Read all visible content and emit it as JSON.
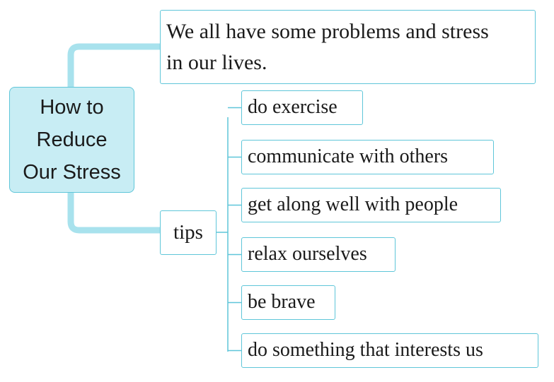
{
  "root": {
    "lines": [
      "How to",
      "Reduce",
      "Our Stress"
    ]
  },
  "intro": {
    "lines": [
      "We all have some problems and stress",
      "in our lives."
    ]
  },
  "tips": {
    "label": "tips"
  },
  "items": [
    "do exercise",
    "communicate with others",
    "get along well with people",
    "relax ourselves",
    "be brave",
    "do something that interests us"
  ],
  "colors": {
    "accent": "#5fc6d9",
    "root_fill": "#c8edf4",
    "connector": "#a8e2ed"
  }
}
